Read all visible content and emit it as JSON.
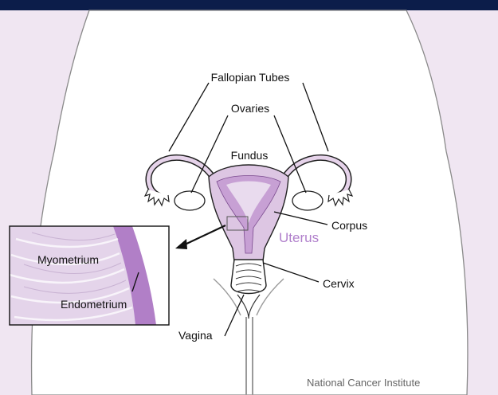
{
  "labels": {
    "fallopian_tubes": "Fallopian Tubes",
    "ovaries": "Ovaries",
    "fundus": "Fundus",
    "corpus": "Corpus",
    "uterus": "Uterus",
    "cervix": "Cervix",
    "vagina": "Vagina",
    "myometrium": "Myometrium",
    "endometrium": "Endometrium"
  },
  "credit": "National Cancer Institute",
  "colors": {
    "header_bar": "#0c1d4a",
    "frame": "#f0e6f2",
    "body_fill": "#ffffff",
    "tissue_light": "#ddc6e3",
    "tissue_mid": "#cba6d6",
    "endometrium": "#b17fc7",
    "uterus_label": "#b07fcb"
  }
}
